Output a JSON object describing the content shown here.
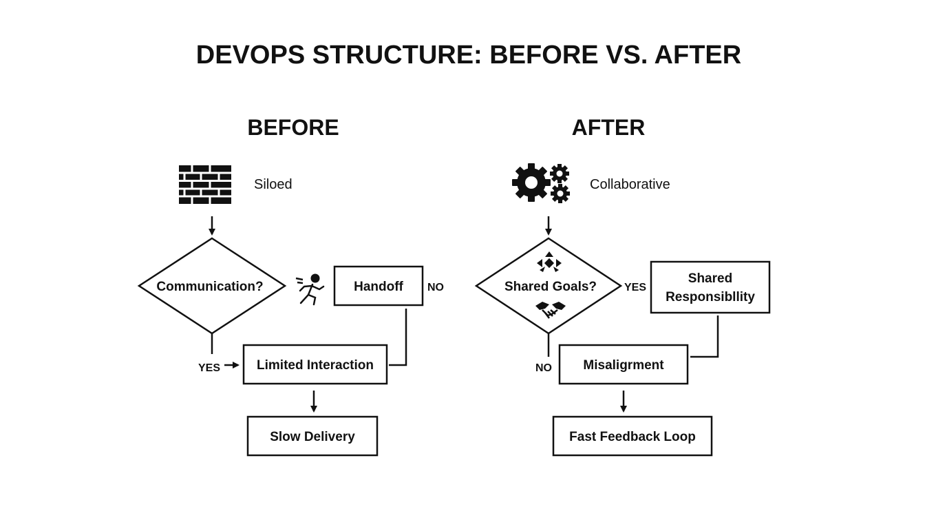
{
  "title": "DEVOPS STRUCTURE: BEFORE VS. AFTER",
  "before": {
    "heading": "BEFORE",
    "mode_label": "Siloed",
    "mode_icon": "brick-wall-icon",
    "decision": "Communication?",
    "decision_icon": "running-person-icon",
    "handoff": "Handoff",
    "no_label": "NO",
    "yes_label": "YES",
    "interaction": "Limited Interaction",
    "outcome": "Slow Delivery"
  },
  "after": {
    "heading": "AFTER",
    "mode_label": "Collaborative",
    "mode_icon": "gears-icon",
    "decision": "Shared Goals?",
    "decision_icons": [
      "arrows-converge-icon",
      "handshake-icon"
    ],
    "responsibility_line1": "Shared",
    "responsibility_line2": "Responsibllity",
    "yes_label": "YES",
    "no_label": "NO",
    "misalignment": "Misaligrment",
    "outcome": "Fast Feedback Loop"
  },
  "colors": {
    "ink": "#111111",
    "background": "#ffffff"
  }
}
